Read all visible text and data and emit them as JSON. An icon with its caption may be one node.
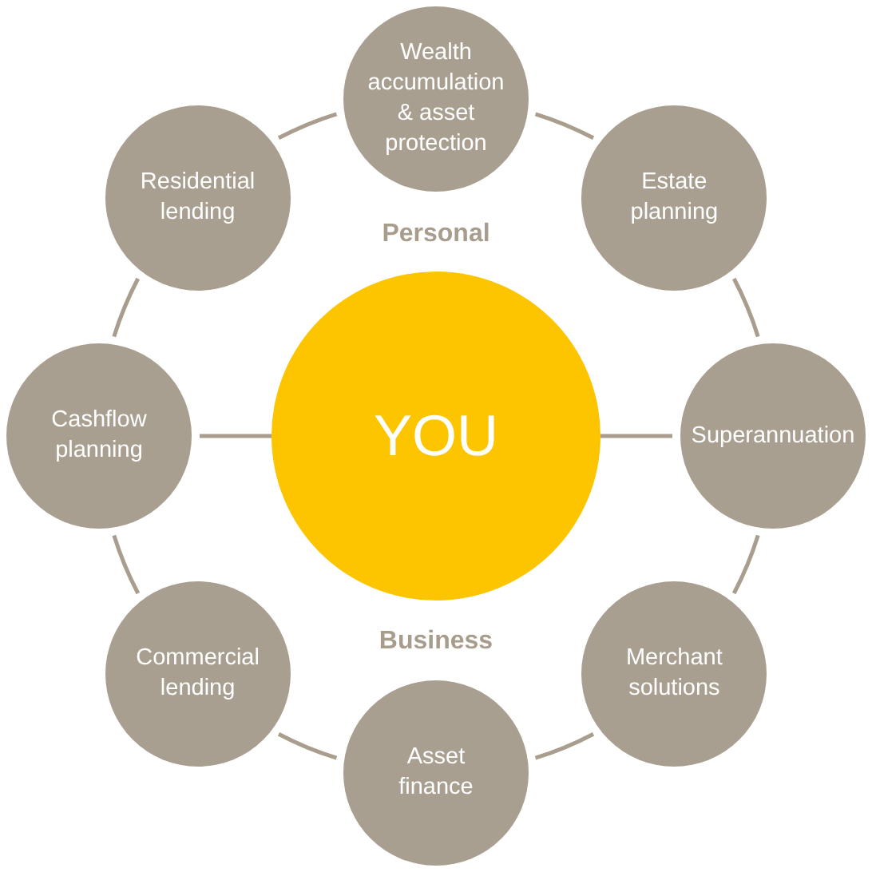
{
  "diagram": {
    "nodes": [
      {
        "text": [
          "YOU"
        ]
      },
      {
        "text": [
          "Wealth accumulation & asset protection"
        ]
      },
      {
        "text": [
          "Estate planning"
        ]
      },
      {
        "text": [
          "Superannuation"
        ]
      },
      {
        "text": [
          "Merchant solutions"
        ]
      },
      {
        "text": [
          "Asset finance"
        ]
      },
      {
        "text": [
          "Commercial lending"
        ]
      },
      {
        "text": [
          "Cashflow planning"
        ]
      },
      {
        "text": [
          "Residential lending"
        ]
      }
    ],
    "edges": [
      {
        "from": 1,
        "to": 2,
        "arrow": "none"
      },
      {
        "from": 2,
        "to": 3,
        "arrow": "none"
      },
      {
        "from": 3,
        "to": 4,
        "arrow": "none"
      },
      {
        "from": 4,
        "to": 5,
        "arrow": "none"
      },
      {
        "from": 5,
        "to": 6,
        "arrow": "none"
      },
      {
        "from": 6,
        "to": 7,
        "arrow": "none"
      },
      {
        "from": 7,
        "to": 8,
        "arrow": "none"
      },
      {
        "from": 8,
        "to": 1,
        "arrow": "none"
      },
      {
        "from": 7,
        "to": 0,
        "arrow": "none"
      },
      {
        "from": 0,
        "to": 3,
        "arrow": "none"
      }
    ],
    "labels": [
      "Personal",
      "Business"
    ]
  }
}
